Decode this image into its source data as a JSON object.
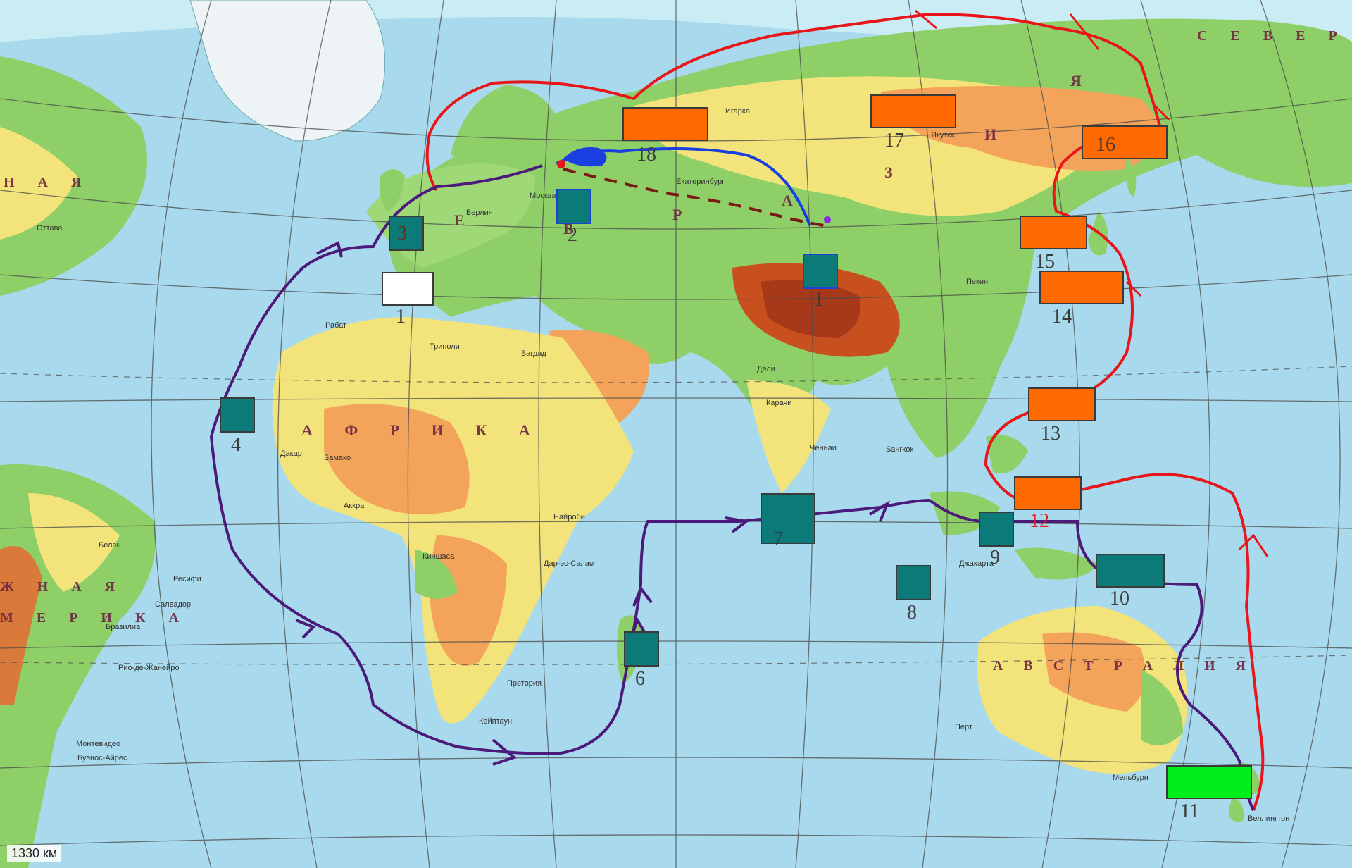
{
  "map": {
    "scale_label": "1330 км",
    "colors": {
      "teal": "#0b7a78",
      "orange": "#ff6a00",
      "white": "#ffffff",
      "green": "#00ee1a",
      "route_red": "#e8161b",
      "route_purple": "#4b1a7a",
      "route_blue": "#1a3fe0",
      "route_dashed": "#7a1a16"
    },
    "labels": [
      {
        "id": "1a",
        "text": "1"
      },
      {
        "id": "1b",
        "text": "1"
      },
      {
        "id": "2",
        "text": "2"
      },
      {
        "id": "3",
        "text": "3"
      },
      {
        "id": "4",
        "text": "4"
      },
      {
        "id": "6",
        "text": "6"
      },
      {
        "id": "7",
        "text": "7"
      },
      {
        "id": "8",
        "text": "8"
      },
      {
        "id": "9",
        "text": "9"
      },
      {
        "id": "10",
        "text": "10"
      },
      {
        "id": "11",
        "text": "11"
      },
      {
        "id": "12",
        "text": "12"
      },
      {
        "id": "13",
        "text": "13"
      },
      {
        "id": "14",
        "text": "14"
      },
      {
        "id": "15",
        "text": "15"
      },
      {
        "id": "16",
        "text": "16"
      },
      {
        "id": "17",
        "text": "17"
      },
      {
        "id": "18",
        "text": "18"
      }
    ],
    "continents": {
      "africa": "А Ф Р И К А",
      "australia": "А В С Т Р А Л И Я",
      "north_america": "С Е В Е Р",
      "south_america_1": "Ж Н А Я",
      "south_america_2": "М Е Р И К А",
      "america_left": "Н А Я",
      "eurasia_1": "Е",
      "eurasia_2": "В",
      "eurasia_3": "Р",
      "eurasia_4": "А",
      "eurasia_5": "З",
      "eurasia_6": "И",
      "eurasia_7": "Я"
    },
    "cities": {
      "moscow": "Москва",
      "berlin": "Берлин",
      "ekaterinburg": "Екатеринбург",
      "igarka": "Игарка",
      "yakutsk": "Якутск",
      "delhi": "Дели",
      "chennai": "Ченнаи",
      "bangkok": "Бангкок",
      "jakarta": "Джакарта",
      "perth": "Перт",
      "melbourne": "Мельбурн",
      "wellington": "Веллингтон",
      "cape_town": "Кейптаун",
      "pretoria": "Претория",
      "dar": "Дар-эс-Салам",
      "nairobi": "Найроби",
      "kinshasa": "Киншаса",
      "dakar": "Дакар",
      "bamako": "Бамако",
      "accra": "Аккра",
      "tripoli": "Триполи",
      "rabat": "Рабат",
      "baghdad": "Багдад",
      "karachi": "Карачи",
      "beijing": "Пекин",
      "rio": "Рио-де-Жанейро",
      "buenos_aires": "Буэнос-Айрес",
      "montevideo": "Монтевидео",
      "brasilia": "Бразилиа",
      "belem": "Белен",
      "recife": "Ресифи",
      "salvador": "Салвадор",
      "ottawa": "Оттава"
    }
  }
}
